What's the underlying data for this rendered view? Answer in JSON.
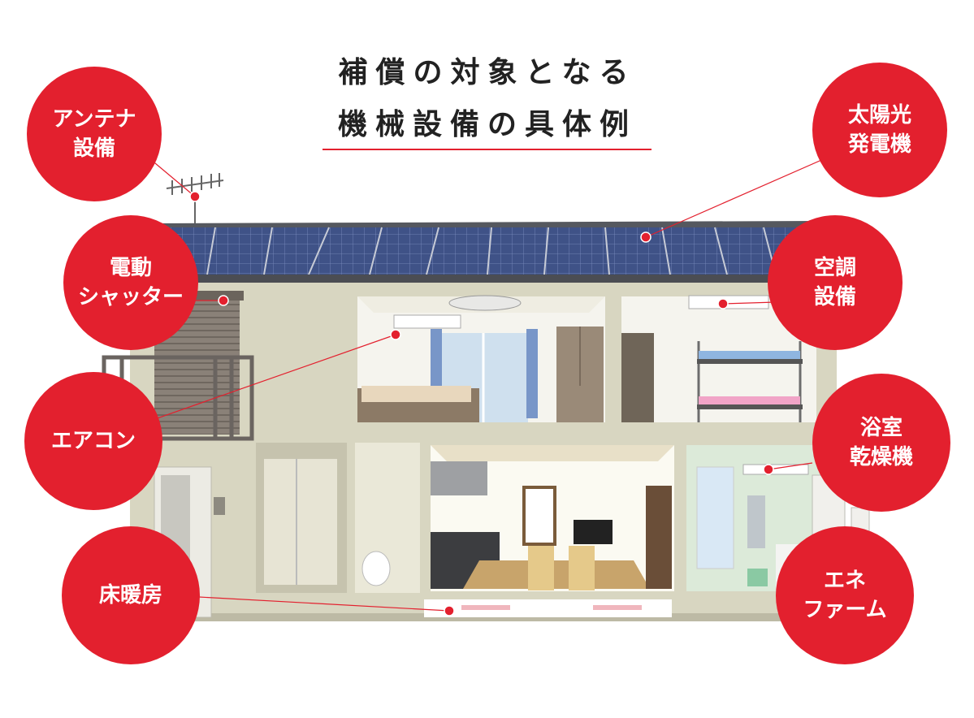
{
  "colors": {
    "accent": "#e3202e",
    "title_text": "#222222",
    "wall": "#d8d6c1",
    "roof": "#5a5c62",
    "solar_panel": "#3b4c80",
    "room_floor": "#8c7a66"
  },
  "title": {
    "line1": "補償の対象となる",
    "line2": "機械設備の具体例"
  },
  "callouts": [
    {
      "id": "antenna",
      "label": "アンテナ\n設備",
      "icon": "antenna"
    },
    {
      "id": "solar",
      "label": "太陽光\n発電機",
      "icon": "solar-panel"
    },
    {
      "id": "shutter",
      "label": "電動\nシャッター",
      "icon": "electric-shutter"
    },
    {
      "id": "hvac",
      "label": "空調\n設備",
      "icon": "hvac-unit"
    },
    {
      "id": "aircon",
      "label": "エアコン",
      "icon": "air-conditioner"
    },
    {
      "id": "bath-dryer",
      "label": "浴室\n乾燥機",
      "icon": "bathroom-dryer"
    },
    {
      "id": "floor-heating",
      "label": "床暖房",
      "icon": "floor-heating"
    },
    {
      "id": "ene-farm",
      "label": "エネ\nファーム",
      "icon": "fuel-cell"
    }
  ]
}
